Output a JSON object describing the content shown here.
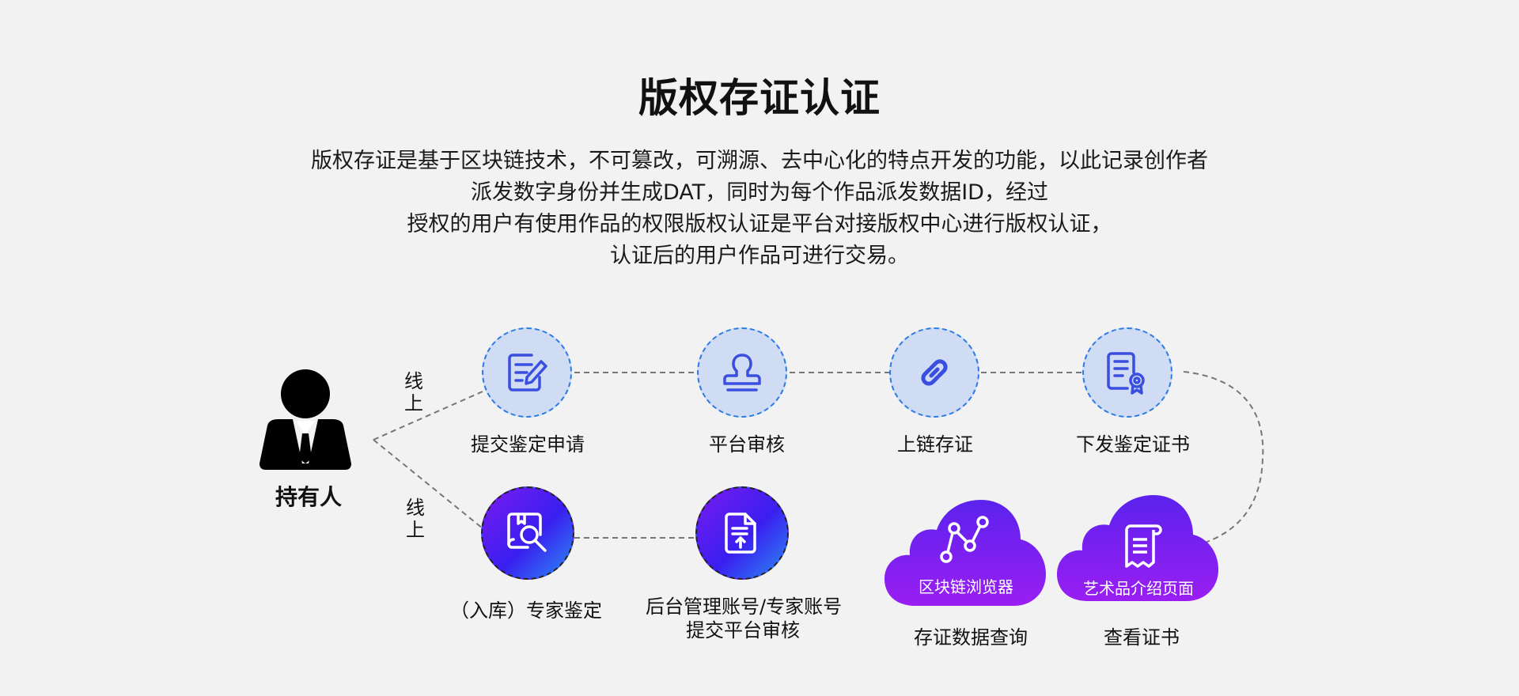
{
  "title": "版权存证认证",
  "description": [
    "版权存证是基于区块链技术，不可篡改，可溯源、去中心化的特点开发的功能，以此记录创作者",
    "派发数字身份并生成DAT，同时为每个作品派发数据ID，经过",
    "授权的用户有使用作品的权限版权认证是平台对接版权中心进行版权认证，",
    "认证后的用户作品可进行交易。"
  ],
  "holder": {
    "label": "持有人",
    "icon": "person-suit-icon"
  },
  "branch_labels": {
    "top": [
      "线",
      "上"
    ],
    "bottom": [
      "线",
      "上"
    ]
  },
  "online_steps": [
    {
      "label": "提交鉴定申请",
      "icon": "edit-document-icon"
    },
    {
      "label": "平台审核",
      "icon": "stamp-icon"
    },
    {
      "label": "上链存证",
      "icon": "chain-link-icon"
    },
    {
      "label": "下发鉴定证书",
      "icon": "certificate-icon"
    }
  ],
  "offline_steps": [
    {
      "label": "（入库）专家鉴定",
      "icon": "inspect-search-icon"
    },
    {
      "label_lines": [
        "后台管理账号/专家账号",
        "提交平台审核"
      ],
      "icon": "upload-document-icon"
    }
  ],
  "clouds": [
    {
      "title": "区块链浏览器",
      "caption": "存证数据查询",
      "icon": "node-graph-icon"
    },
    {
      "title": "艺术品介绍页面",
      "caption": "查看证书",
      "icon": "scroll-icon"
    }
  ],
  "colors": {
    "accent_blue": "#3a4fe0",
    "circle_fill": "#cfdcf4",
    "purple": "#7a1cf0"
  }
}
